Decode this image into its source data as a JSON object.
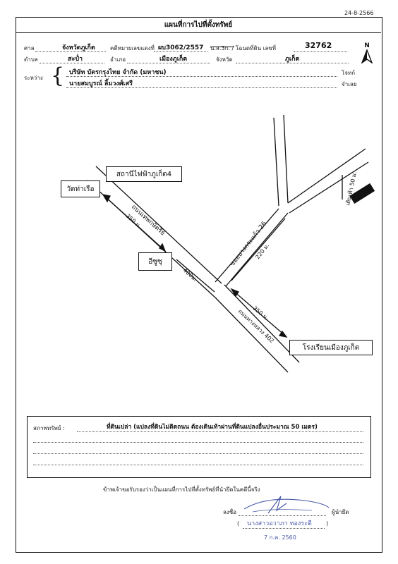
{
  "doc_date": "24-8-2566",
  "form": {
    "title": "แผนที่การไปที่ตั้งทรัพย์",
    "court_label": "ศาล",
    "court_value": "จังหวัดภูเก็ต",
    "case_label": "คดีหมายเลขแดงที่",
    "case_value": "ผบ3062/2557",
    "doc_type_text": "น.ส.3ก. / โฉนดที่ดิน เลขที่",
    "deed_value": "32762",
    "subdistrict_label": "ตำบล",
    "subdistrict_value": "สะป่ำ",
    "district_label": "อำเภอ",
    "district_value": "เมืองภูเก็ต",
    "province_label": "จังหวัด",
    "province_value": "ภูเก็ต",
    "between_label": "ระหว่าง",
    "plaintiff_name": "บริษัท บัตรกรุงไทย จำกัด (มหาชน)",
    "plaintiff_role": "โจทก์",
    "defendant_name": "นายสมบูรณ์ ลิ้มวงศ์เสรี",
    "defendant_role": "จำเลย",
    "north": "N"
  },
  "map": {
    "landmark_power": "สถานีไฟฟ้าภูเก็ต4",
    "landmark_temple": "วัดท่าเรือ",
    "landmark_isuzu": "อีซูซุ",
    "landmark_school": "โรงเรียนเมืองภูเก็ต",
    "road_main": "ถนนเทพกษัตรีย์",
    "road_402": "ถนนทางหลวง 402",
    "soi": "ซอยบางกระแก้ว 26",
    "dist_350": "350 ม.",
    "dist_400": "400ม.",
    "dist_220": "220 ม.",
    "dist_walk": "เดินเท้า 50 ม."
  },
  "condition": {
    "label": "สภาพทรัพย์ :",
    "text": "ที่ดินเปล่า (แปลงที่ดินไม่ติดถนน ต้องเดินเท้าผ่านที่ดินแปลงอื่นประมาณ 50 เมตร)"
  },
  "certify": {
    "text": "ข้าพเจ้าขอรับรองว่าเป็นแผนที่การไปที่ตั้งทรัพย์ที่นำยึดในคดีนี้จริง",
    "sign_label": "ลงชื่อ",
    "role": "ผู้นำยึด",
    "name": "นางสาวอวาภา ทองระดี",
    "date": "7 ก.ค. 2560"
  },
  "colors": {
    "ink": "#111111",
    "stamp": "#4a5aa8"
  }
}
